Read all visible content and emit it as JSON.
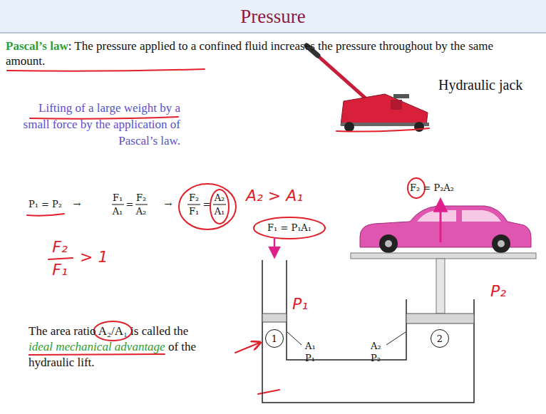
{
  "diagram": {
    "title": "Pressure",
    "nodes": [
      {
        "text": [
          "1"
        ]
      },
      {
        "text": [
          "2"
        ]
      }
    ],
    "labels": [
      "Pascal’s law",
      ": The pressure applied to a confined fluid increases the pressure throughout by the same amount.",
      "Hydraulic jack",
      "Lifting of a large weight by a small force by the application of Pascal’s law.",
      "P₁ = P₂",
      "→",
      "F₁",
      "A₁",
      "=",
      "F₂",
      "A₂",
      "→",
      "F₂",
      "F₁",
      "=",
      "A₂",
      "A₁",
      "A₂ > A₁",
      "F₁ = P₁A₁",
      "F₂ = P₂A₂",
      "F₂",
      "F₁",
      "> 1",
      "A₁",
      "P₁",
      "A₂",
      "P₂",
      "P₁",
      "P₂",
      "The area ratio",
      "A₂/A₁",
      "is called the",
      "ideal mechanical advantage",
      "of the hydraulic lift."
    ]
  }
}
